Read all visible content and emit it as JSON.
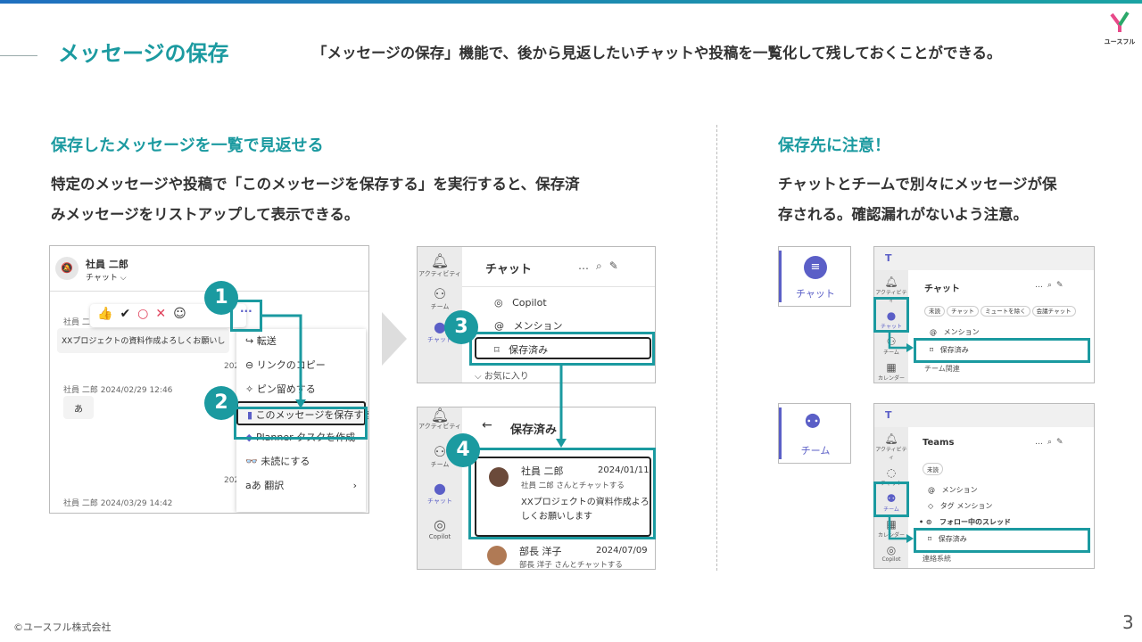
{
  "header": {
    "title": "メッセージの保存",
    "subtitle": "「メッセージの保存」機能で、後から見返したいチャットや投稿を一覧化して残しておくことができる。",
    "logo_text": "ユースフル"
  },
  "left": {
    "heading": "保存したメッセージを一覧で見返せる",
    "body": [
      "特定のメッセージや投稿で「このメッセージを保存する」を実行すると、保存済",
      "みメッセージをリストアップして表示できる。"
    ]
  },
  "right": {
    "heading": "保存先に注意！",
    "body": [
      "チャットとチームで別々にメッセージが保",
      "存される。確認漏れがないよう注意。"
    ]
  },
  "shot1": {
    "user": "社員 二郎",
    "sub": "チャット ⌵",
    "msg_author_trunc": "社員 二",
    "msg": "XXプロジェクトの資料作成よろしくお願いし",
    "ts_trunc": "202",
    "author2": "社員 二郎  2024/02/29 12:46",
    "msg2": "あ",
    "ts_trunc2": "202",
    "author3": "社員 二郎  2024/03/29 14:42",
    "more": "···",
    "menu": [
      "転送",
      "リンクのコピー",
      "ピン留めする",
      "このメッセージを保存する",
      "Planner タスクを作成",
      "未読にする",
      "翻訳"
    ]
  },
  "shot2": {
    "rail": [
      "アクティビティ",
      "チーム",
      "チャット"
    ],
    "title": "チャット",
    "items": [
      "Copilot",
      "メンション",
      "保存済み"
    ],
    "fav": "⌵ お気に入り"
  },
  "shot3": {
    "rail": [
      "アクティビティ",
      "チーム",
      "チャット",
      "Copilot"
    ],
    "title": "保存済み",
    "card1": {
      "name": "社員 二郎",
      "date": "2024/01/11",
      "sub": "社員 二郎 さんとチャットする",
      "text": [
        "XXプロジェクトの資料作成よろ",
        "しくお願いします"
      ]
    },
    "card2": {
      "name": "部長 洋子",
      "date": "2024/07/09",
      "sub": "部長 洋子 さんとチャットする"
    }
  },
  "badges": [
    "1",
    "2",
    "3",
    "4"
  ],
  "tiles": [
    {
      "label": "チャット"
    },
    {
      "label": "チーム"
    }
  ],
  "shot4": {
    "rail": [
      "アクティビティ",
      "チャット",
      "チーム",
      "カレンダー"
    ],
    "title": "チャット",
    "filters": [
      "未読",
      "チャット",
      "ミュートを除く",
      "会議チャット"
    ],
    "items": [
      "メンション",
      "保存済み",
      "チーム関連"
    ]
  },
  "shot5": {
    "rail": [
      "アクティビティ",
      "チャット",
      "チーム",
      "カレンダー",
      "Copilot"
    ],
    "title": "Teams",
    "filters": [
      "未読"
    ],
    "items": [
      "メンション",
      "タグ メンション",
      "フォロー中のスレッド",
      "保存済み",
      "連絡系統"
    ]
  },
  "footer": {
    "copyright": "©ユースフル株式会社",
    "page": "3"
  },
  "colors": {
    "accent": "#1b9aa0",
    "teams_purple": "#5b5fc7"
  }
}
